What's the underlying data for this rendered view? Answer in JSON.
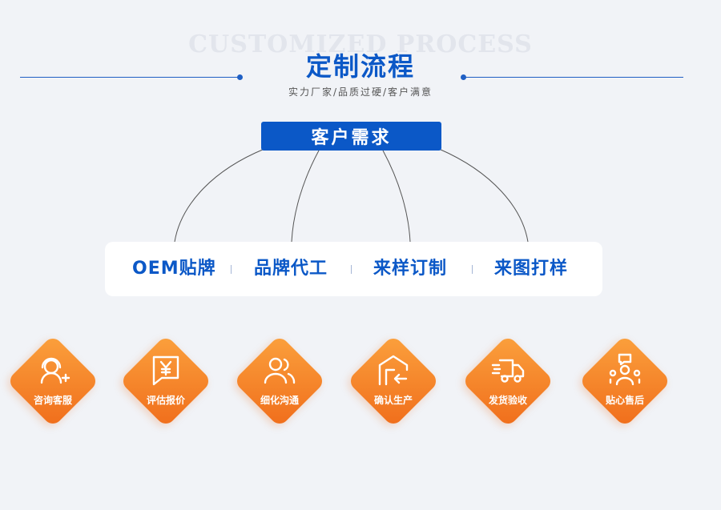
{
  "header": {
    "watermark": "CUSTOMIZED PROCESS",
    "title": "定制流程",
    "subtitle": "实力厂家/品质过硬/客户满意"
  },
  "root": {
    "label": "客户需求"
  },
  "options": [
    {
      "label": "OEM贴牌"
    },
    {
      "label": "品牌代工"
    },
    {
      "label": "来样订制"
    },
    {
      "label": "来图打样"
    }
  ],
  "steps": [
    {
      "label": "咨询客服",
      "icon": "customer-service-icon"
    },
    {
      "label": "评估报价",
      "icon": "price-quote-icon"
    },
    {
      "label": "细化沟通",
      "icon": "communication-icon"
    },
    {
      "label": "确认生产",
      "icon": "warehouse-icon"
    },
    {
      "label": "发货验收",
      "icon": "delivery-truck-icon"
    },
    {
      "label": "贴心售后",
      "icon": "after-sales-icon"
    }
  ],
  "colors": {
    "primary": "#0b58c7",
    "accent_start": "#fba13d",
    "accent_end": "#f06d1b",
    "background": "#f1f3f7"
  }
}
